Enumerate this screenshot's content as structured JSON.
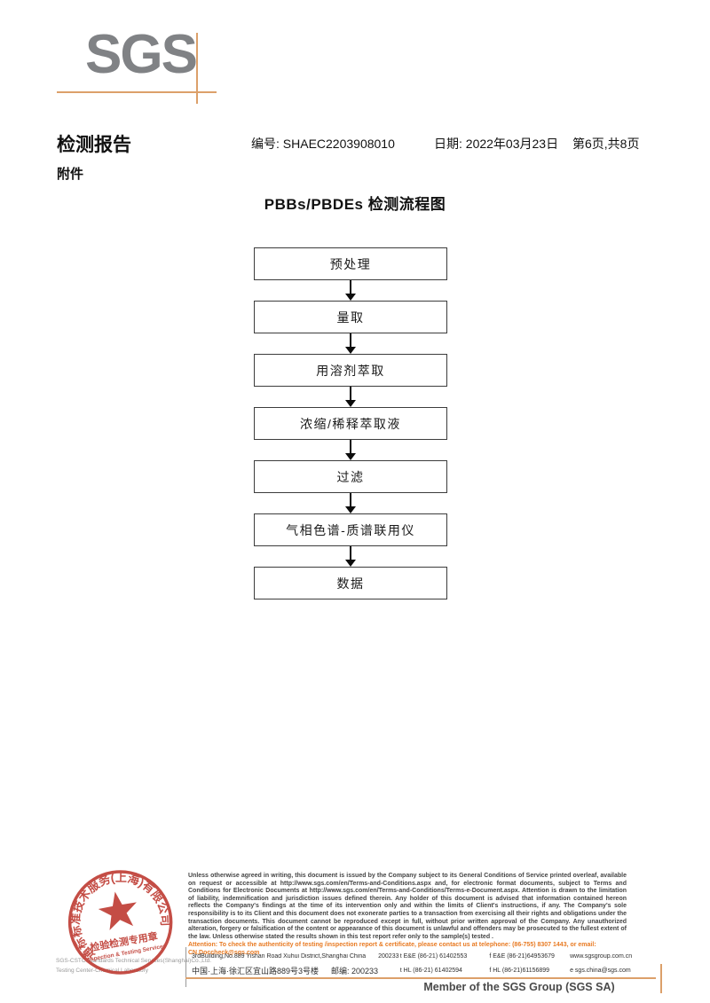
{
  "header": {
    "logo_text": "SGS",
    "report_title": "检测报告",
    "report_no": "编号: SHAEC2203908010",
    "date": "日期: 2022年03月23日",
    "page_info": "第6页,共8页",
    "attachment": "附件"
  },
  "flowchart": {
    "title": "PBBs/PBDEs 检测流程图",
    "steps": [
      "预处理",
      "量取",
      "用溶剂萃取",
      "浓缩/稀释萃取液",
      "过滤",
      "气相色谱-质谱联用仪",
      "数据"
    ]
  },
  "stamp": {
    "ring_text": "通标标准技术服务(上海)有限公司",
    "title_cn": "检验检测专用章",
    "title_en": "Inspection & Testing Services"
  },
  "footer": {
    "company_line1": "SGS-CSTC Standards Technical Services(Shanghai)Co.,Ltd.",
    "company_line2": "Testing Center-Chemical Laboratory",
    "legal_text": "Unless otherwise agreed in writing, this document is issued by the Company subject to its General Conditions of Service printed overleaf, available on request or accessible at http://www.sgs.com/en/Terms-and-Conditions.aspx and, for electronic format documents, subject to Terms and Conditions for Electronic Documents at http://www.sgs.com/en/Terms-and-Conditions/Terms-e-Document.aspx. Attention is drawn to the limitation of liability, indemnification and jurisdiction issues defined therein. Any holder of this document is advised that information contained hereon reflects the Company's findings at the time of its intervention only and within the limits of Client's instructions, if any. The Company's sole responsibility is to its Client and this document does not exonerate parties to a transaction from exercising all their rights and obligations under the transaction documents. This document cannot be reproduced except in full, without prior written approval of the Company. Any unauthorized alteration, forgery or falsification of the content or appearance of this document is unlawful and offenders may be prosecuted to the fullest extent of the law. Unless otherwise stated the results shown in this test report refer only to the sample(s) tested .",
    "attention_text": "Attention: To check the authenticity of testing /inspection report & certificate, please contact us at telephone: (86-755) 8307 1443, or email: CN.Doccheck@sgs.com",
    "address_en": "3rdBuilding,No.889 Yishan Road Xuhui District,Shanghai China",
    "postcode_en": "200233",
    "address_cn": "中国·上海·徐汇区宜山路889号3号楼",
    "postcode_cn": "邮编: 200233",
    "tel_row1": "t E&E (86-21) 61402553",
    "fax_row1": "f E&E (86-21)64953679",
    "web": "www.sgsgroup.com.cn",
    "tel_row2": "t HL (86-21) 61402594",
    "fax_row2": "f HL (86-21)61156899",
    "email": "e  sgs.china@sgs.com",
    "member_text": "Member of the SGS Group (SGS SA)"
  },
  "colors": {
    "accent_orange": "#DCA06A",
    "attention_orange": "#E87A22",
    "stamp_red": "#C04038",
    "logo_gray": "#808285"
  }
}
